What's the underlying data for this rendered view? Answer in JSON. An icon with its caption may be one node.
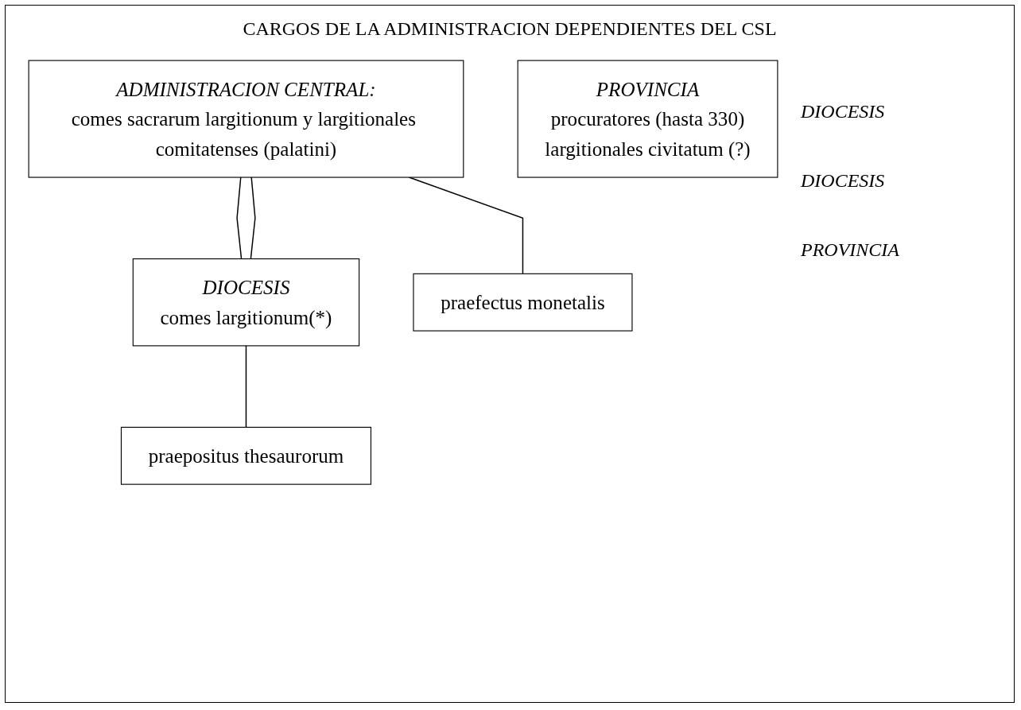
{
  "diagram": {
    "title": "CARGOS DE LA ADMINISTRACION DEPENDIENTES DEL CSL",
    "nodes": [
      {
        "text": [
          "ADMINISTRACION CENTRAL:",
          "comes sacrarum largitionum y largitionales comitatenses (palatini)"
        ]
      },
      {
        "text": [
          "DIOCESIS",
          "comes largitionum(*)"
        ]
      },
      {
        "text": [
          "praepositus thesaurorum"
        ]
      },
      {
        "text": [
          "praefectus monetalis"
        ]
      },
      {
        "text": [
          "PROVINCIA",
          "procuratores (hasta 330)",
          "largitionales civitatum (?)"
        ]
      }
    ],
    "edges": [
      {
        "from": 0,
        "to": 1,
        "arrow": "none"
      },
      {
        "from": 0,
        "to": 1,
        "arrow": "none"
      },
      {
        "from": 1,
        "to": 2,
        "arrow": "none"
      },
      {
        "from": 0,
        "to": 3,
        "arrow": "none"
      }
    ],
    "labels": [
      "DIOCESIS",
      "DIOCESIS",
      "PROVINCIA"
    ]
  }
}
